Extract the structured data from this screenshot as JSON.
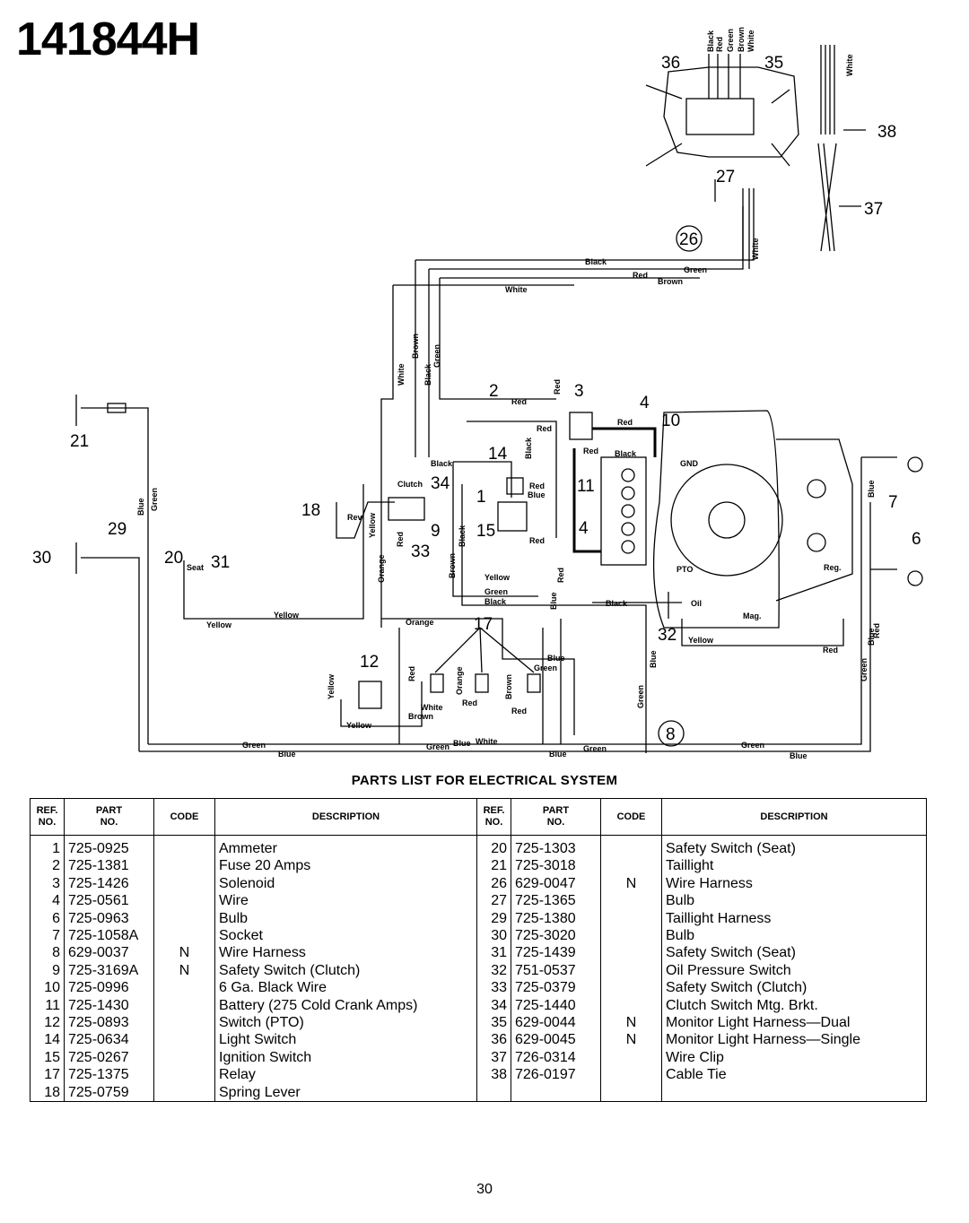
{
  "page": {
    "model_number": "141844H",
    "page_number": "30"
  },
  "diagram": {
    "ref_labels": [
      "36",
      "35",
      "38",
      "27",
      "37",
      "26",
      "2",
      "3",
      "4",
      "10",
      "21",
      "14",
      "34",
      "11",
      "18",
      "29",
      "1",
      "9",
      "15",
      "4",
      "7",
      "30",
      "20",
      "31",
      "33",
      "6",
      "17",
      "32",
      "12",
      "8"
    ],
    "wire_labels": [
      "Black",
      "Red",
      "Green",
      "White",
      "Brown",
      "White",
      "Red",
      "Black",
      "White",
      "Brown",
      "Black",
      "Green",
      "Red",
      "Red",
      "Red",
      "Red",
      "Black",
      "Red",
      "Blue",
      "Black",
      "GND",
      "Clutch",
      "Rev",
      "Yellow",
      "Green",
      "Blue",
      "Red",
      "Orange",
      "Brown",
      "Black",
      "Red",
      "Yellow",
      "Green",
      "Black",
      "Seat",
      "Yellow",
      "Yellow",
      "Orange",
      "Red",
      "Blue",
      "PTO",
      "Reg.",
      "Black",
      "Oil",
      "Mag.",
      "Yellow",
      "Red",
      "Yellow",
      "Red",
      "Orange",
      "Brown",
      "Green",
      "White",
      "Red",
      "Yellow",
      "Brown",
      "Red",
      "Blue",
      "Green",
      "Green",
      "Blue",
      "White",
      "Blue",
      "Blue",
      "Green",
      "Green",
      "Blue",
      "Green",
      "Blue",
      "Blue",
      "Green",
      "Red",
      "Blue",
      "Black",
      "Red",
      "Green",
      "Brown",
      "White",
      "White"
    ],
    "colors": {
      "line": "#000000",
      "paper": "#ffffff"
    }
  },
  "parts_list": {
    "title": "PARTS LIST FOR ELECTRICAL SYSTEM",
    "headers": {
      "ref_no": [
        "REF.",
        "NO."
      ],
      "part_no": [
        "PART",
        "NO."
      ],
      "code": "CODE",
      "description": "DESCRIPTION"
    },
    "left": [
      {
        "ref": "1",
        "part": "725-0925",
        "code": "",
        "desc": "Ammeter"
      },
      {
        "ref": "2",
        "part": "725-1381",
        "code": "",
        "desc": "Fuse 20 Amps"
      },
      {
        "ref": "3",
        "part": "725-1426",
        "code": "",
        "desc": "Solenoid"
      },
      {
        "ref": "4",
        "part": "725-0561",
        "code": "",
        "desc": "Wire"
      },
      {
        "ref": "6",
        "part": "725-0963",
        "code": "",
        "desc": "Bulb"
      },
      {
        "ref": "7",
        "part": "725-1058A",
        "code": "",
        "desc": "Socket"
      },
      {
        "ref": "8",
        "part": "629-0037",
        "code": "N",
        "desc": "Wire Harness"
      },
      {
        "ref": "9",
        "part": "725-3169A",
        "code": "N",
        "desc": "Safety Switch (Clutch)"
      },
      {
        "ref": "10",
        "part": "725-0996",
        "code": "",
        "desc": "6 Ga. Black Wire"
      },
      {
        "ref": "11",
        "part": "725-1430",
        "code": "",
        "desc": "Battery (275 Cold Crank Amps)"
      },
      {
        "ref": "12",
        "part": "725-0893",
        "code": "",
        "desc": "Switch (PTO)"
      },
      {
        "ref": "14",
        "part": "725-0634",
        "code": "",
        "desc": "Light Switch"
      },
      {
        "ref": "15",
        "part": "725-0267",
        "code": "",
        "desc": "Ignition Switch"
      },
      {
        "ref": "17",
        "part": "725-1375",
        "code": "",
        "desc": "Relay"
      },
      {
        "ref": "18",
        "part": "725-0759",
        "code": "",
        "desc": "Spring Lever"
      }
    ],
    "right": [
      {
        "ref": "20",
        "part": "725-1303",
        "code": "",
        "desc": "Safety Switch (Seat)"
      },
      {
        "ref": "21",
        "part": "725-3018",
        "code": "",
        "desc": "Taillight"
      },
      {
        "ref": "26",
        "part": "629-0047",
        "code": "N",
        "desc": "Wire Harness"
      },
      {
        "ref": "27",
        "part": "725-1365",
        "code": "",
        "desc": "Bulb"
      },
      {
        "ref": "29",
        "part": "725-1380",
        "code": "",
        "desc": "Taillight Harness"
      },
      {
        "ref": "30",
        "part": "725-3020",
        "code": "",
        "desc": "Bulb"
      },
      {
        "ref": "31",
        "part": "725-1439",
        "code": "",
        "desc": "Safety Switch (Seat)"
      },
      {
        "ref": "32",
        "part": "751-0537",
        "code": "",
        "desc": "Oil Pressure Switch"
      },
      {
        "ref": "33",
        "part": "725-0379",
        "code": "",
        "desc": "Safety Switch (Clutch)"
      },
      {
        "ref": "34",
        "part": "725-1440",
        "code": "",
        "desc": "Clutch Switch Mtg. Brkt."
      },
      {
        "ref": "35",
        "part": "629-0044",
        "code": "N",
        "desc": "Monitor Light Harness—Dual"
      },
      {
        "ref": "36",
        "part": "629-0045",
        "code": "N",
        "desc": "Monitor Light Harness—Single"
      },
      {
        "ref": "37",
        "part": "726-0314",
        "code": "",
        "desc": "Wire Clip"
      },
      {
        "ref": "38",
        "part": "726-0197",
        "code": "",
        "desc": "Cable Tie"
      },
      {
        "ref": "",
        "part": "",
        "code": "",
        "desc": ""
      }
    ]
  }
}
